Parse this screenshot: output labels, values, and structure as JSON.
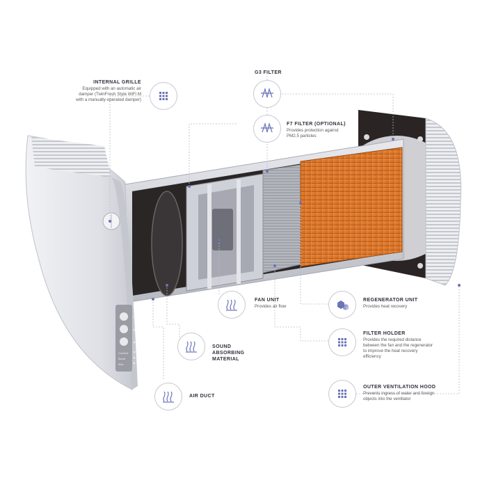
{
  "colors": {
    "accent": "#6a72b8",
    "line": "#b9bcc8",
    "regenerator": "#e07f2c"
  },
  "callouts": {
    "internal_grille": {
      "title": "INTERNAL GRILLE",
      "desc": "Equipped with an automatic air damper (TwinFresh Style WiFi M with a manually-operated damper)",
      "icon": "grid-icon"
    },
    "g3_filter": {
      "title": "G3 FILTER",
      "icon": "filter-icon"
    },
    "f7_filter": {
      "title": "F7 FILTER (OPTIONAL)",
      "desc": "Provides protection against PM2.5 particles",
      "icon": "filter-icon"
    },
    "fan_unit": {
      "title": "FAN UNIT",
      "desc": "Provides air flow",
      "icon": "wave-icon"
    },
    "regenerator_unit": {
      "title": "REGENERATOR UNIT",
      "desc": "Provides heat recovery",
      "icon": "cubes-icon"
    },
    "filter_holder": {
      "title": "FILTER HOLDER",
      "desc": "Provides the required distance between the fan and the regenerator to improve the heat recovery efficiency",
      "icon": "grid-icon"
    },
    "sound_absorbing": {
      "title": "SOUND ABSORBING MATERIAL",
      "icon": "wave-icon"
    },
    "air_duct": {
      "title": "AIR DUCT",
      "icon": "wave-icon"
    },
    "outer_hood": {
      "title": "OUTER VENTILATION HOOD",
      "desc": "Prevents ingress of water and foreign objects into the ventilator",
      "icon": "grid-icon"
    }
  },
  "panel_labels": [
    "Comfort",
    "Boost",
    "Max"
  ]
}
